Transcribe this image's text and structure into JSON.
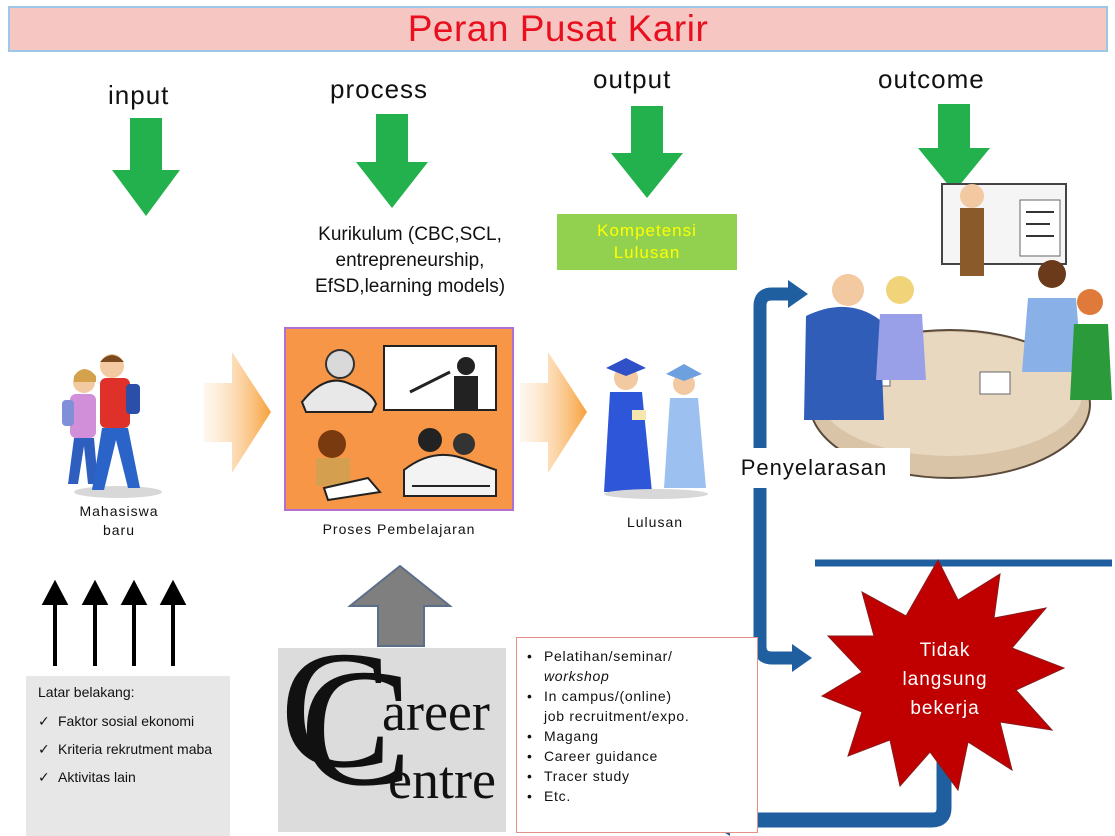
{
  "title": "Peran Pusat Karir",
  "stages": {
    "input": "input",
    "process": "process",
    "output": "output",
    "outcome": "outcome"
  },
  "process_text": [
    "Kurikulum (CBC,SCL,",
    "entrepreneurship,",
    "EfSD,learning models)"
  ],
  "output_box": [
    "Kompetensi",
    "Lulusan"
  ],
  "labels": {
    "mahasiswa": [
      "Mahasiswa",
      "baru"
    ],
    "proses": "Proses Pembelajaran",
    "lulusan": "Lulusan",
    "penyelarasan": "Penyelarasan",
    "tidak": [
      "Tidak",
      "langsung",
      "bekerja"
    ]
  },
  "latar": {
    "heading": "Latar belakang:",
    "items": [
      "Faktor sosial ekonomi",
      "Kriteria rekrutment maba",
      "Aktivitas lain"
    ]
  },
  "activities": [
    [
      "Pelatihan/seminar/",
      "workshop"
    ],
    [
      "In campus/(online)",
      "job recruitment/expo."
    ],
    [
      "Magang"
    ],
    [
      "Career guidance"
    ],
    [
      "Tracer study"
    ],
    [
      "Etc."
    ]
  ],
  "logo_text": {
    "initial": "C",
    "line1": "areer",
    "line2": "entre"
  },
  "colors": {
    "title_bg": "#f6c6c2",
    "title_text": "#e8101e",
    "green_arrow": "#22b14c",
    "blue_arrow": "#1f5fa0",
    "orange": "#f79646",
    "star": "#c00000",
    "output_box": "#92d050"
  }
}
